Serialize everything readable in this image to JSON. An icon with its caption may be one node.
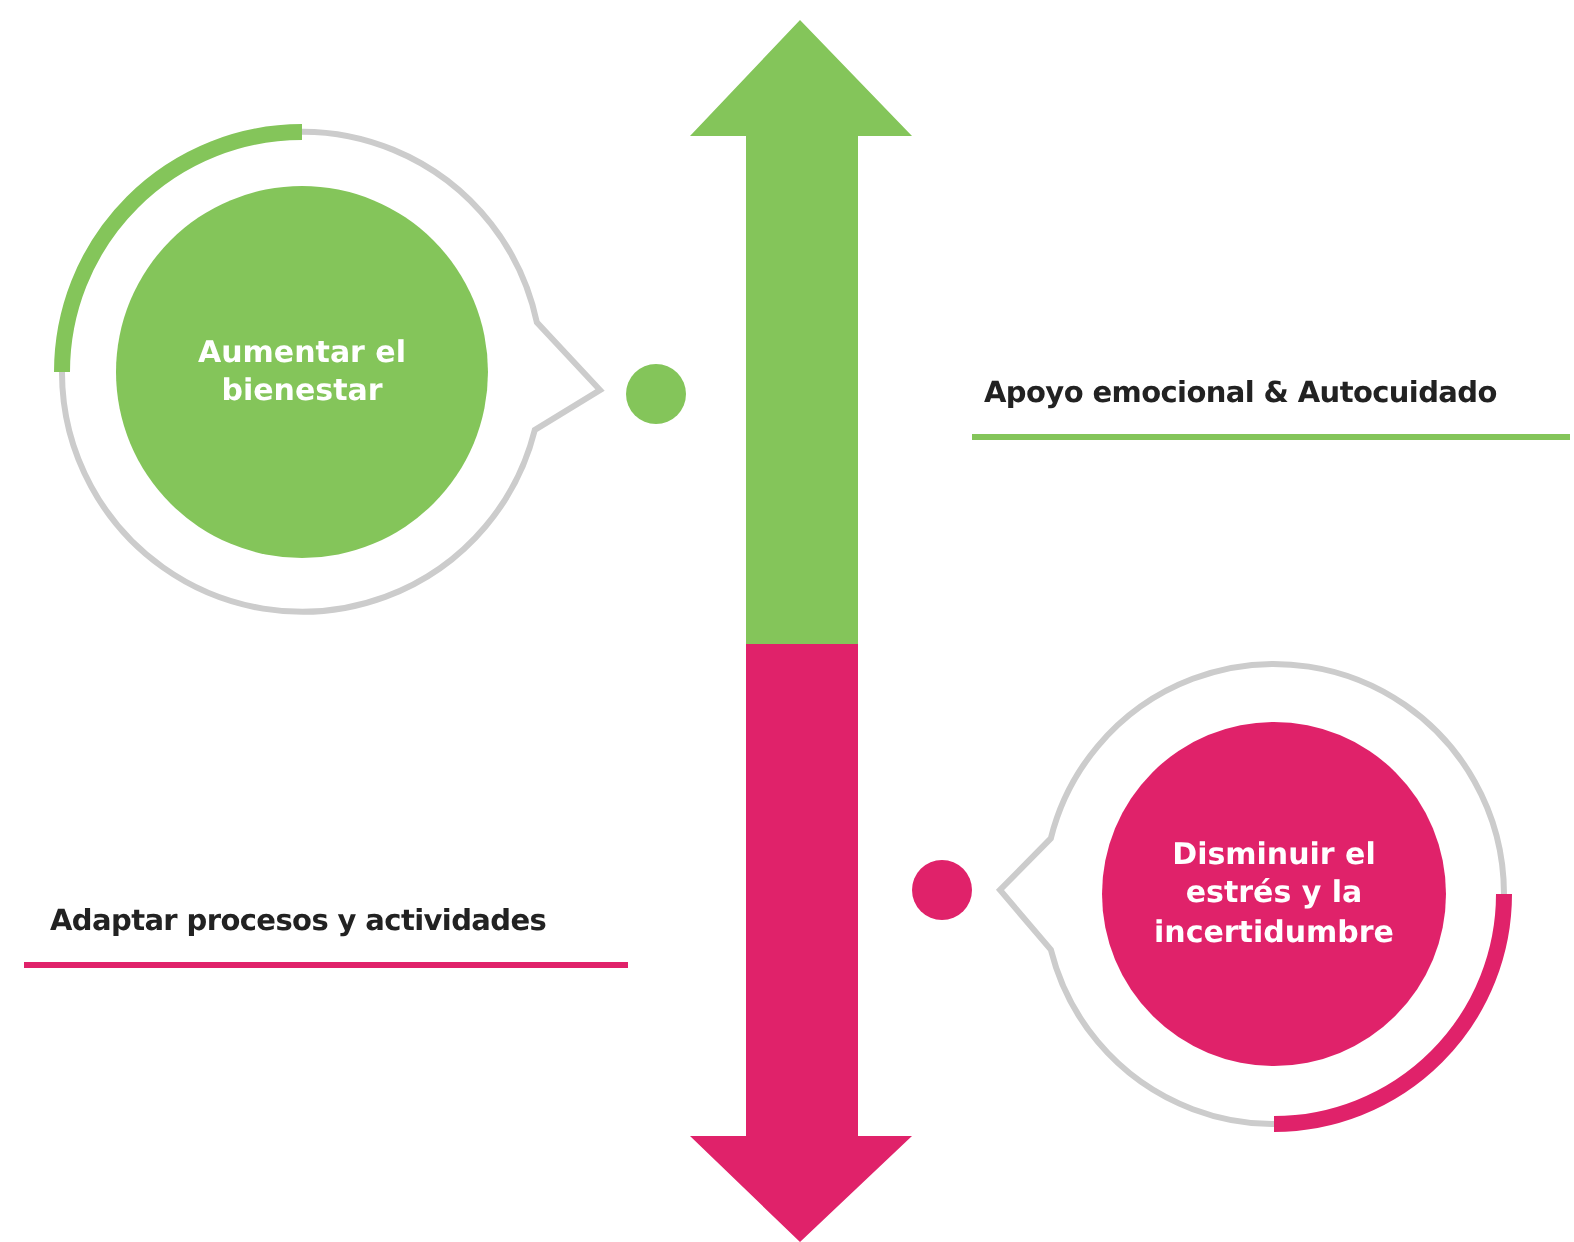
{
  "diagram": {
    "nodes": [
      {
        "text": [
          "Aumentar el bienestar"
        ]
      },
      {
        "text": [
          "Disminuir el estrés y la incertidumbre"
        ]
      }
    ],
    "labels": [
      "Apoyo emocional & Autocuidado",
      "Adaptar procesos y actividades"
    ]
  }
}
